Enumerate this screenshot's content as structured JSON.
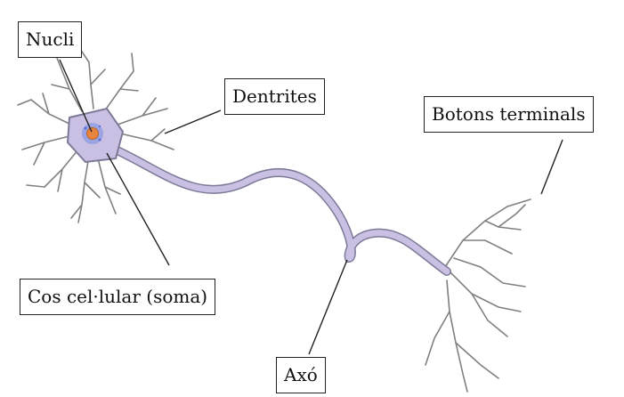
{
  "labels": {
    "nucleus": "Nucli",
    "dendrites": "Dentrites",
    "axon_terminals": "Botons terminals",
    "cell_body": "Cos cel·lular (soma)",
    "axon": "Axó"
  },
  "colors": {
    "membrane_fill": "#c9c0e4",
    "membrane_stroke": "#7d7a97",
    "nucleus_fill": "#e8843f",
    "dendrite_stroke": "#777777",
    "leader_stroke": "#222222"
  }
}
